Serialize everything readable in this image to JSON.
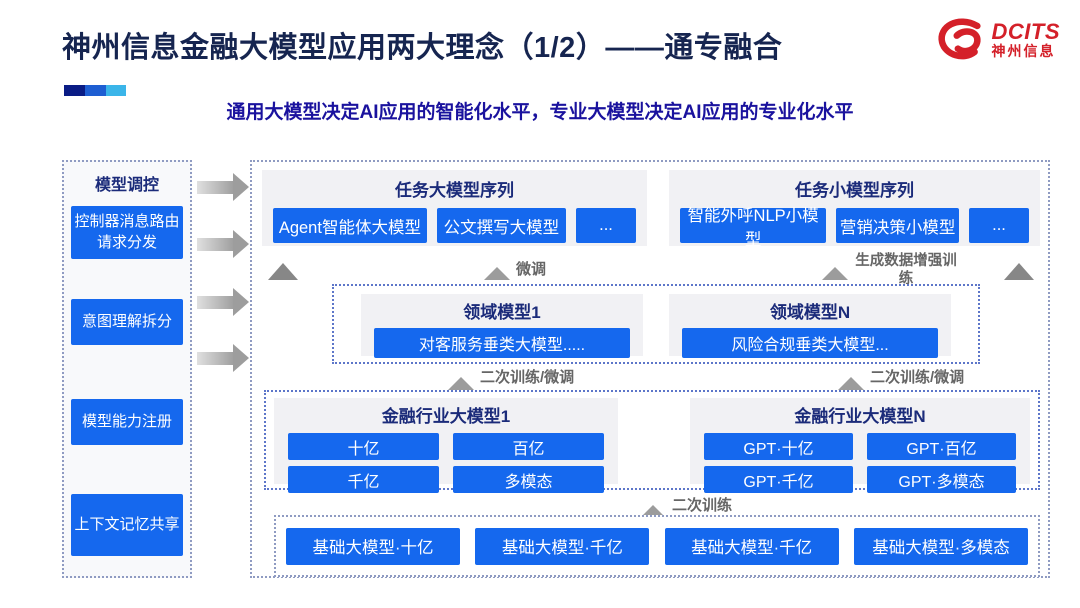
{
  "title": "神州信息金融大模型应用两大理念（1/2）——通专融合",
  "subtitle": "通用大模型决定AI应用的智能化水平，专业大模型决定AI应用的专业化水平",
  "logo": {
    "brand": "DCITS",
    "company": "神州信息",
    "icon": "red-swoosh"
  },
  "colors": {
    "primary_blue": "#1568ee",
    "title_navy": "#162550",
    "subtitle_navy": "#1a129e",
    "brand_red": "#d42029",
    "accent_bar": [
      "#0a1c85",
      "#1e5ed2",
      "#3bb5e9"
    ],
    "panel_gray": "#f1f1f4"
  },
  "sidebar": {
    "title": "模型调控",
    "items": [
      "控制器消息路由请求分发",
      "意图理解拆分",
      "模型能力注册",
      "上下文记忆共享"
    ]
  },
  "diagram": {
    "task_large": {
      "title": "任务大模型序列",
      "buttons": [
        "Agent智能体大模型",
        "公文撰写大模型",
        "..."
      ]
    },
    "task_small": {
      "title": "任务小模型序列",
      "buttons": [
        "智能外呼NLP小模型",
        "营销决策小模型",
        "..."
      ]
    },
    "labels": {
      "finetune": "微调",
      "data_augment": "生成数据增强训练",
      "retrain_finetune_left": "二次训练/微调",
      "retrain_finetune_right": "二次训练/微调",
      "retrain": "二次训练"
    },
    "domain_models": [
      {
        "title": "领域模型1",
        "button": "对客服务垂类大模型....."
      },
      {
        "title": "领域模型N",
        "button": "风险合规垂类大模型..."
      }
    ],
    "industry_models": [
      {
        "title": "金融行业大模型1",
        "buttons": [
          "十亿",
          "百亿",
          "千亿",
          "多模态"
        ]
      },
      {
        "title": "金融行业大模型N",
        "buttons": [
          "GPT·十亿",
          "GPT·百亿",
          "GPT·千亿",
          "GPT·多模态"
        ]
      }
    ],
    "base_models": [
      "基础大模型·十亿",
      "基础大模型·千亿",
      "基础大模型·千亿",
      "基础大模型·多模态"
    ]
  }
}
